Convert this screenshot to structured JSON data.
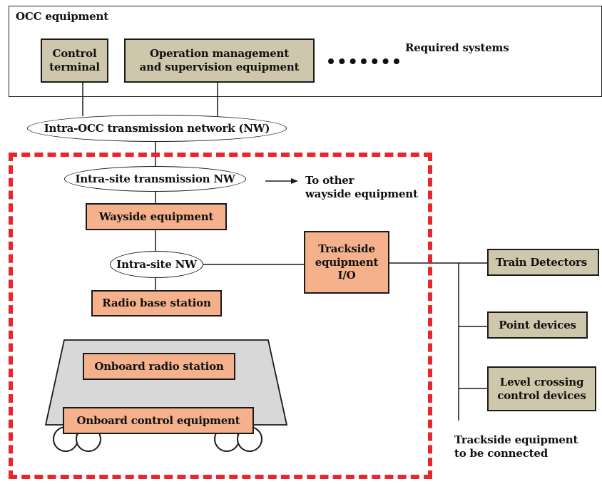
{
  "occ": {
    "title": "OCC equipment",
    "control_terminal_l1": "Control",
    "control_terminal_l2": "terminal",
    "operation_l1": "Operation management",
    "operation_l2": "and supervision equipment",
    "required_systems": "Required systems"
  },
  "network": {
    "intra_occ": "Intra-OCC transmission network (NW)",
    "intra_site": "Intra-site transmission NW",
    "intra_site_short": "Intra-site NW"
  },
  "wayside": {
    "to_other_l1": "To other",
    "to_other_l2": "wayside equipment",
    "wayside_equipment": "Wayside equipment",
    "radio_base_station": "Radio base station",
    "trackside_io_l1": "Trackside",
    "trackside_io_l2": "equipment",
    "trackside_io_l3": "I/O"
  },
  "onboard": {
    "radio_station": "Onboard radio station",
    "control_equipment": "Onboard control equipment"
  },
  "trackside": {
    "train_detectors": "Train Detectors",
    "point_devices": "Point devices",
    "level_crossing_l1": "Level crossing",
    "level_crossing_l2": "control devices",
    "to_be_connected_l1": "Trackside equipment",
    "to_be_connected_l2": "to be connected"
  },
  "colors": {
    "occ_box": "#cfc7ab",
    "wayside_box": "#f4b18b",
    "site_boundary": "#e8262c",
    "train_body": "#d8d8d8"
  }
}
